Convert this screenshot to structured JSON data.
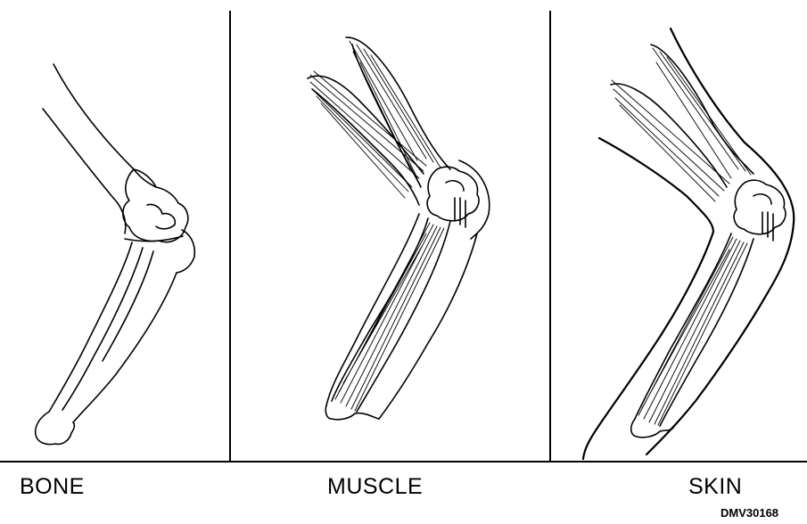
{
  "panels": [
    {
      "label": "BONE"
    },
    {
      "label": "MUSCLE"
    },
    {
      "label": "SKIN"
    }
  ],
  "figure_code": "DMV30168"
}
